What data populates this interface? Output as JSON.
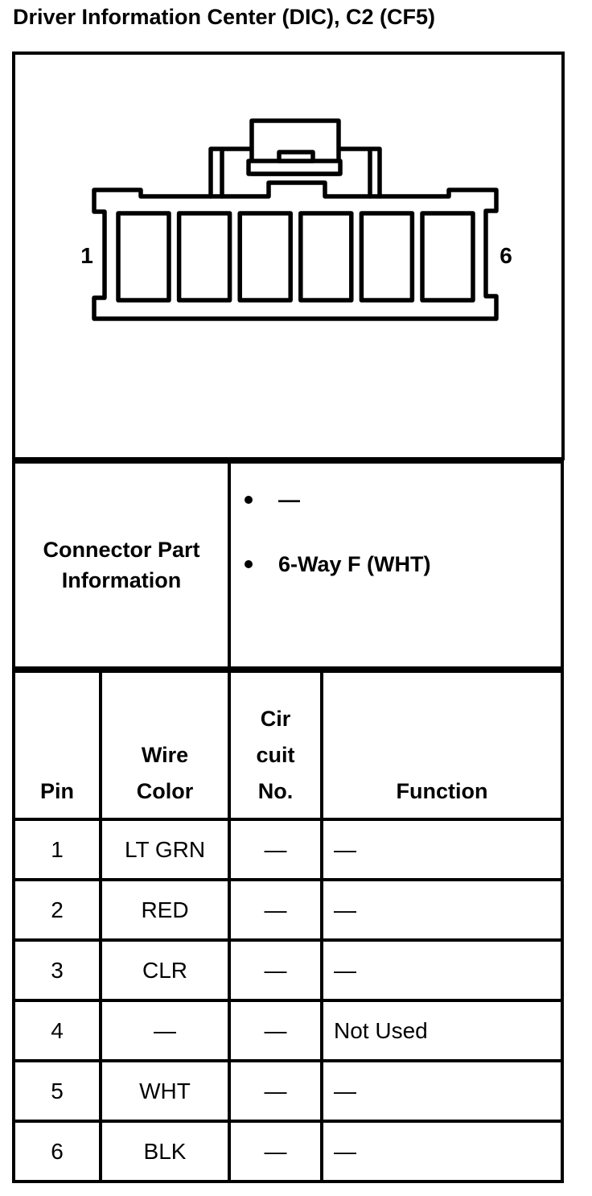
{
  "title": "Driver Information Center (DIC), C2 (CF5)",
  "colors": {
    "ink": "#000000",
    "paper": "#ffffff"
  },
  "connector": {
    "pin_first_label": "1",
    "pin_last_label": "6"
  },
  "part_info": {
    "label": "Connector Part Information",
    "items": [
      "—",
      "6-Way F (WHT)"
    ]
  },
  "pin_table": {
    "headers": {
      "pin": "Pin",
      "wire_color": "Wire\nColor",
      "circuit_no": "Cir\ncuit\nNo.",
      "function": "Function"
    },
    "rows": [
      {
        "pin": "1",
        "wire_color": "LT GRN",
        "circuit_no": "—",
        "function": "—"
      },
      {
        "pin": "2",
        "wire_color": "RED",
        "circuit_no": "—",
        "function": "—"
      },
      {
        "pin": "3",
        "wire_color": "CLR",
        "circuit_no": "—",
        "function": "—"
      },
      {
        "pin": "4",
        "wire_color": "—",
        "circuit_no": "—",
        "function": "Not Used"
      },
      {
        "pin": "5",
        "wire_color": "WHT",
        "circuit_no": "—",
        "function": "—"
      },
      {
        "pin": "6",
        "wire_color": "BLK",
        "circuit_no": "—",
        "function": "—"
      }
    ]
  }
}
